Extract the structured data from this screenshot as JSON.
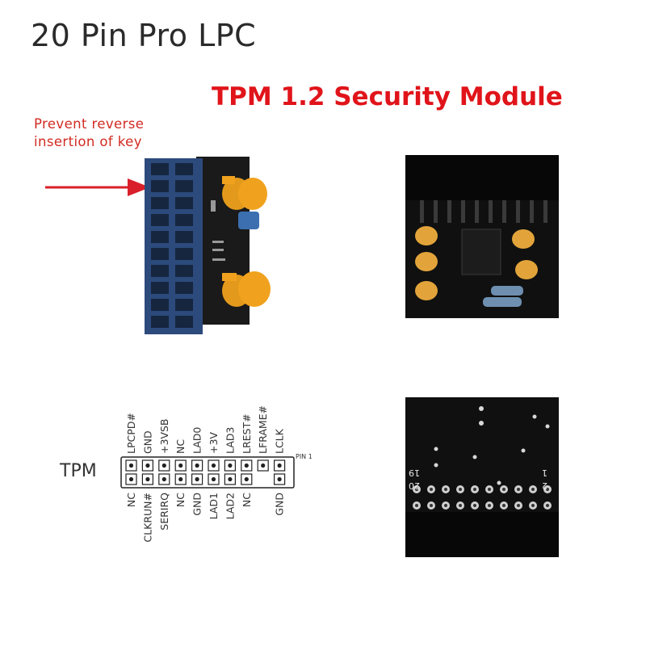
{
  "heading": {
    "title": "20 Pin Pro LPC",
    "subtitle": "TPM 1.2 Security Module"
  },
  "callout": {
    "line1": "Prevent reverse",
    "line2": "insertion of key"
  },
  "pinout": {
    "connector_label": "TPM",
    "pin1_label": "PIN 1",
    "top_labels": [
      "LPCPD#",
      "GND",
      "+3VSB",
      "NC",
      "LAD0",
      "+3V",
      "LAD3",
      "LREST#",
      "LFRAME#",
      "LCLK"
    ],
    "bottom_labels": [
      "NC",
      "CLKRUN#",
      "SERIRQ",
      "NC",
      "GND",
      "LAD1",
      "LAD2",
      "NC",
      "",
      "GND"
    ]
  },
  "board_back": {
    "label_left": "19",
    "label_left2": "20",
    "label_right": "1",
    "label_right2": "2"
  },
  "colors": {
    "title": "#2a2a2a",
    "subtitle": "#e0141a",
    "callout": "#d22a22",
    "arrow": "#d9202a",
    "connector_blue": "#2c4a7c",
    "pcb": "#141414",
    "capacitor": "#f0a21e"
  }
}
